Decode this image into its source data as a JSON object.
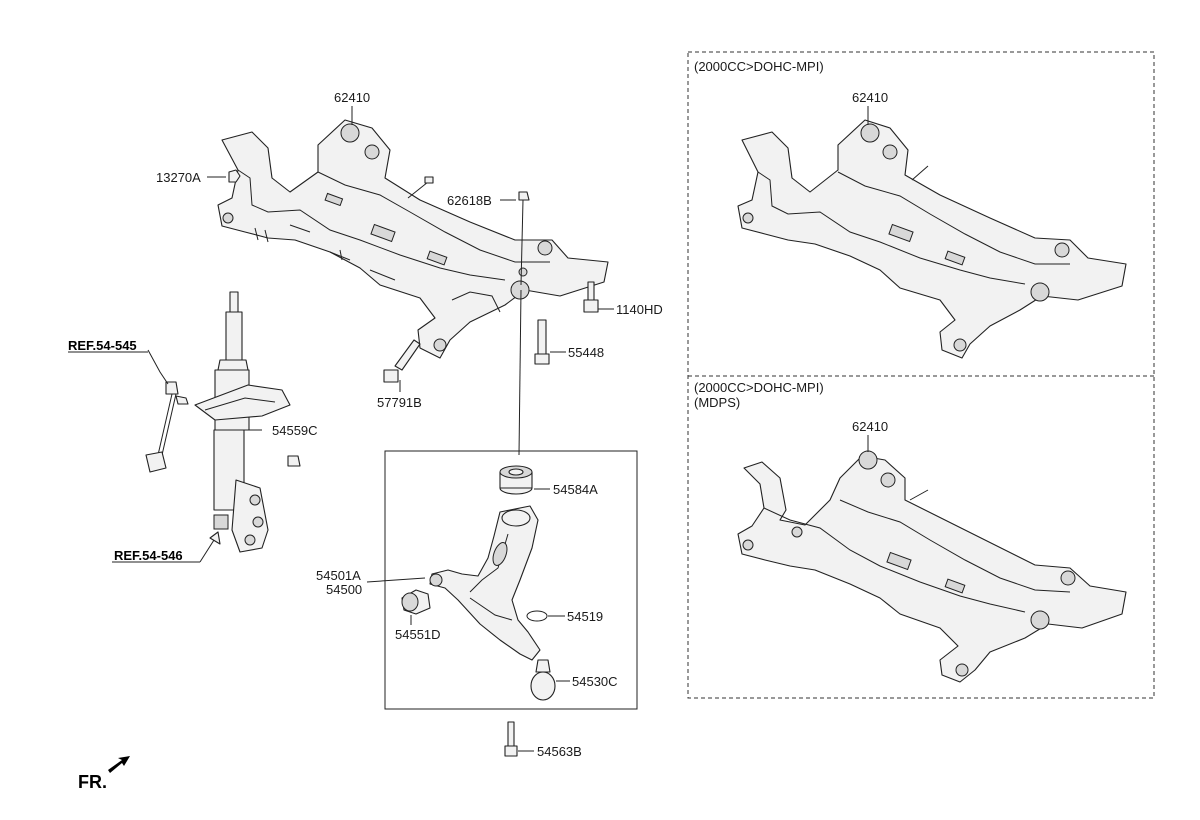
{
  "labels": {
    "p62410_main": "62410",
    "p13270A": "13270A",
    "p62618B": "62618B",
    "p1140HD": "1140HD",
    "p55448": "55448",
    "p57791B": "57791B",
    "p54559C": "54559C",
    "p54584A": "54584A",
    "p54501A": "54501A",
    "p54500": "54500",
    "p54551D": "54551D",
    "p54519": "54519",
    "p54530C": "54530C",
    "p54563B": "54563B",
    "ref_54545": "REF.54-545",
    "ref_54546": "REF.54-546",
    "front": "FR."
  },
  "variant_top": {
    "condition": "(2000CC>DOHC-MPI)",
    "part": "62410"
  },
  "variant_bottom": {
    "condition": "(2000CC>DOHC-MPI)",
    "condition2": "(MDPS)",
    "part": "62410"
  },
  "colors": {
    "line": "#222222",
    "part_fill": "#f2f2f2",
    "shade": "#d8d8d8"
  }
}
